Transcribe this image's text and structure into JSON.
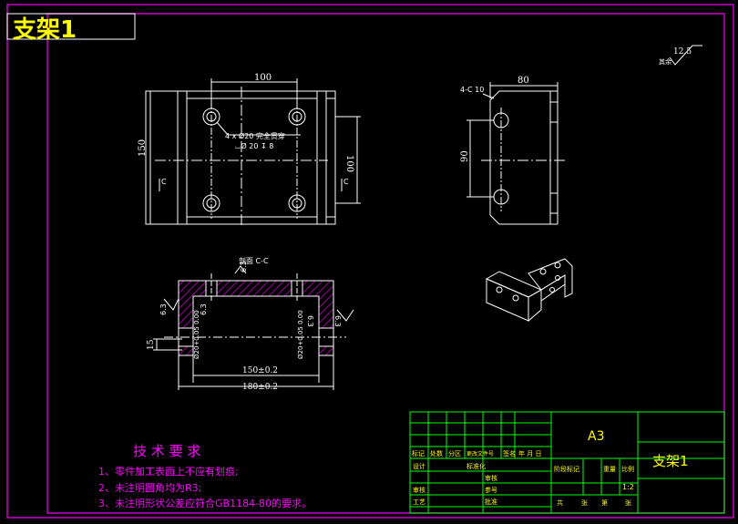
{
  "drawing": {
    "title": "支架1",
    "roughness_value": "12.5",
    "roughness_note": "其余"
  },
  "views": {
    "front": {
      "dim_top": "100",
      "dim_left": "150",
      "dim_right": "100",
      "hole_note_1": "4 x Ø20 完全贯穿",
      "hole_note_2": "⌴Ø 20 ↧ 8",
      "section_mark": "C"
    },
    "side": {
      "chamfer": "4-C 10",
      "dim_top": "80",
      "dim_left": "90"
    },
    "section": {
      "label": "剖面 C-C",
      "rough_top": "6.3",
      "rough_left": "6.3",
      "rough_right": "6.3",
      "rough_ll": "6.3",
      "rough_rr": "6.3",
      "dim_inner": "150±0.2",
      "dim_outer": "180±0.2",
      "dim_15": "15",
      "dim_bore_l": "Ø20+0.05 0.00",
      "dim_bore_r": "Ø20+0.05 0.00"
    }
  },
  "requirements": {
    "heading": "技 术 要 求",
    "items": [
      "1、零件加工表面上不应有划痕;",
      "2、未注明圆角均为R3;",
      "3、未注明形状公差应符合GB1184-80的要求。"
    ]
  },
  "title_block": {
    "format": "A3",
    "part_name": "支架1",
    "scale": "1:2",
    "row_marks": [
      "标记",
      "处数",
      "分区",
      "更改文件号",
      "签名",
      "年 月 日"
    ],
    "left_labels": [
      "设计",
      "审核",
      "工艺"
    ],
    "mid_labels": [
      "标准化",
      "审核",
      "批准"
    ],
    "extra_label": "参号",
    "stage_labels": [
      "阶段标记",
      "重量",
      "比例"
    ],
    "sheet_labels": [
      "共",
      "张",
      "第",
      "张"
    ]
  },
  "colors": {
    "background": "#000000",
    "line": "#ffffff",
    "frame": "#cc00cc",
    "table": "#00ff00",
    "title_text": "#ffff00",
    "requirements": "#ff00ff",
    "hatch": "#ff00ff"
  }
}
